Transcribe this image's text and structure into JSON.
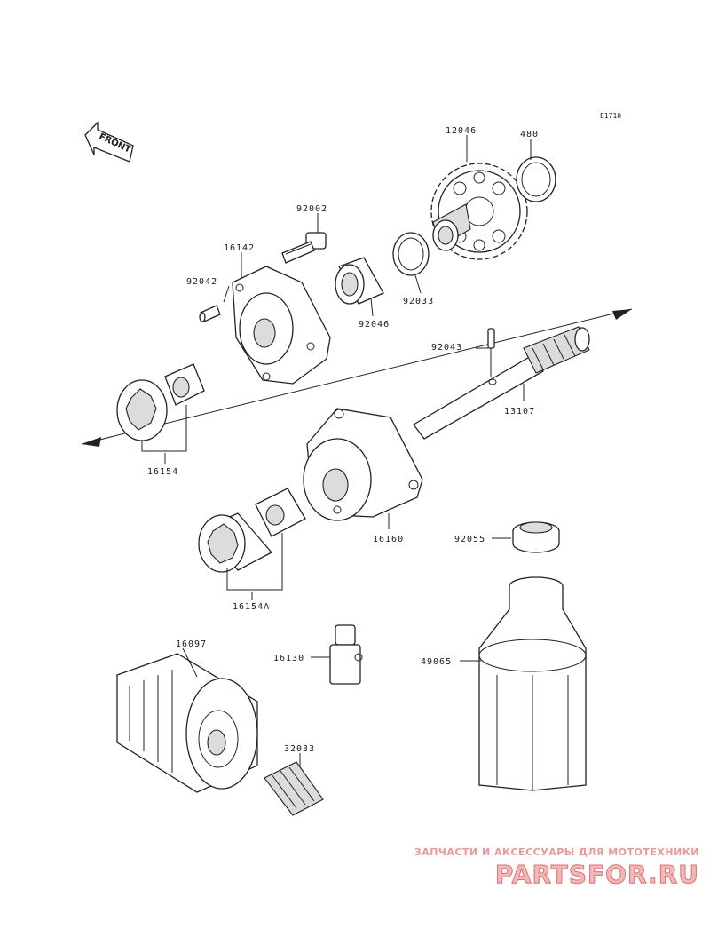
{
  "diagram": {
    "code": "E1710",
    "front_label": "FRONT",
    "parts": {
      "p12046": "12046",
      "p480": "480",
      "p92002": "92002",
      "p16142": "16142",
      "p92042": "92042",
      "p92046": "92046",
      "p92033": "92033",
      "p92043": "92043",
      "p13107": "13107",
      "p16154": "16154",
      "p16160": "16160",
      "p92055": "92055",
      "p16154A": "16154A",
      "p16097": "16097",
      "p16130": "16130",
      "p49065": "49065",
      "p32033": "32033"
    }
  },
  "watermark": {
    "tagline": "ЗАПЧАСТИ И АКСЕССУАРЫ ДЛЯ МОТОТЕХНИКИ",
    "brand": "PARTSFOR.RU"
  }
}
